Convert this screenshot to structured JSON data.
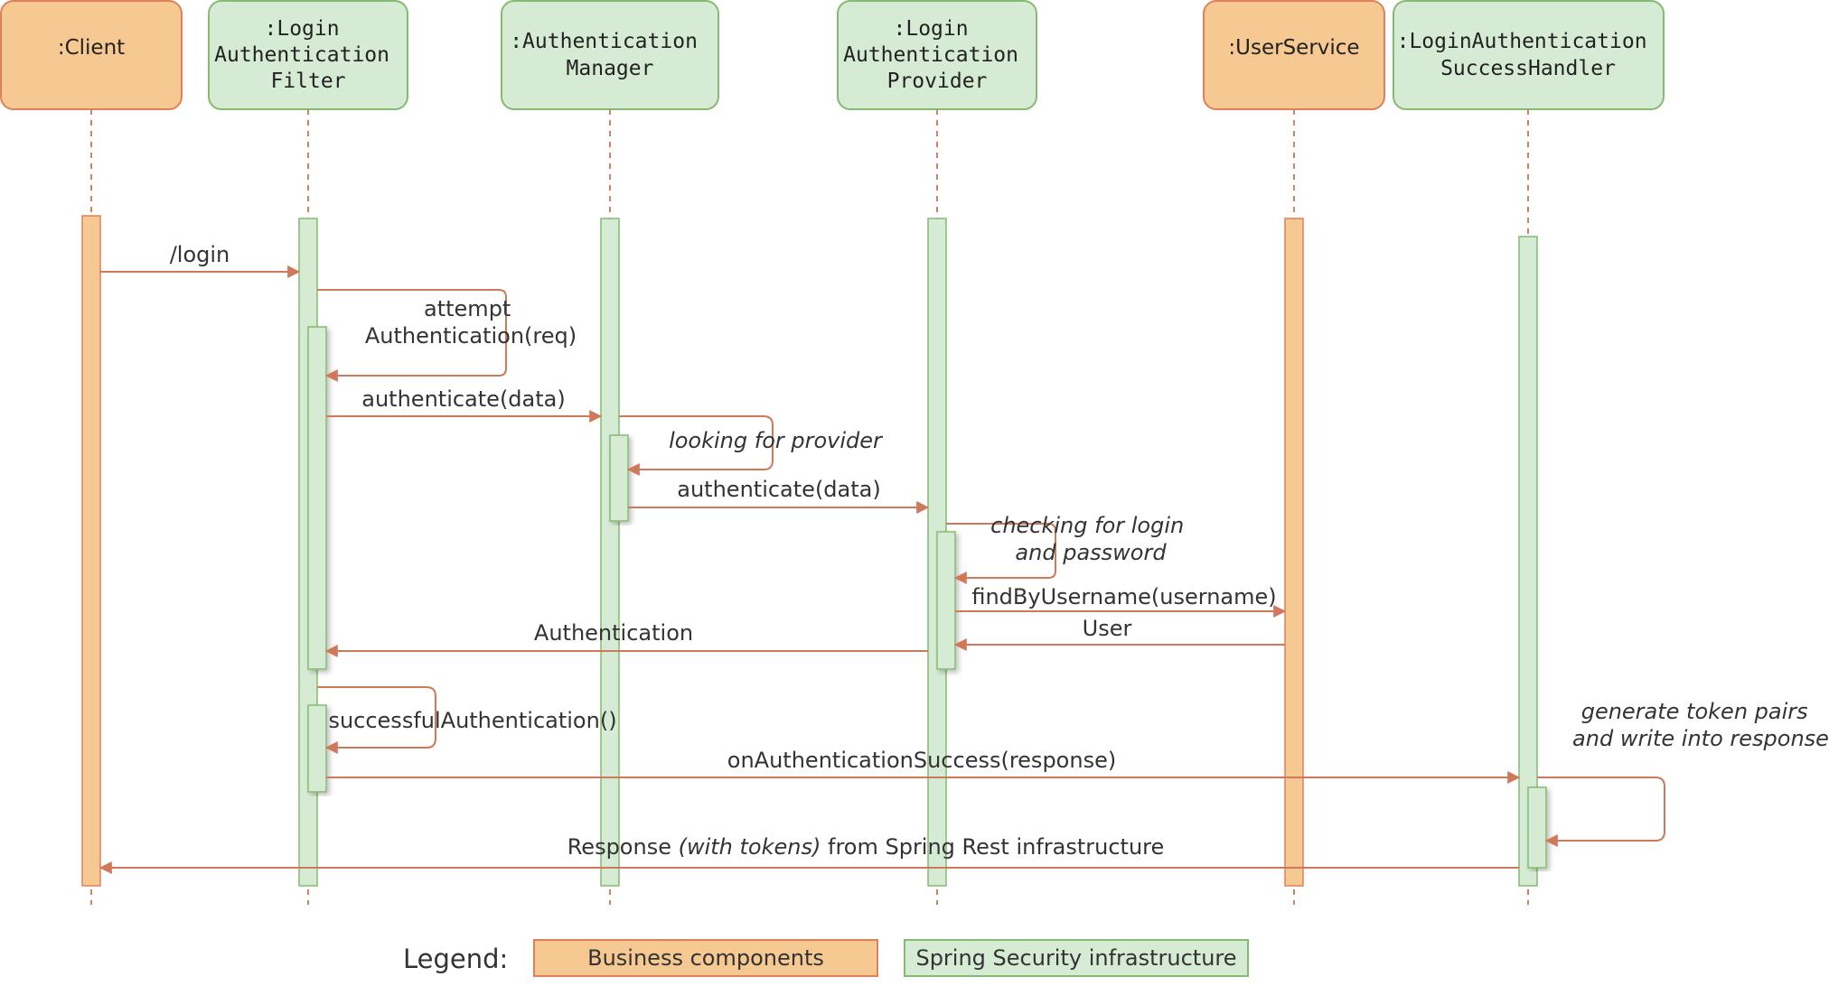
{
  "participants": {
    "client": {
      "label": [
        ":Client"
      ],
      "kind": "business"
    },
    "filter": {
      "label": [
        ":Login",
        "Authentication",
        "Filter"
      ],
      "kind": "infrastructure"
    },
    "manager": {
      "label": [
        ":Authentication",
        "Manager"
      ],
      "kind": "infrastructure"
    },
    "provider": {
      "label": [
        ":Login",
        "Authentication",
        "Provider"
      ],
      "kind": "infrastructure"
    },
    "userservice": {
      "label": [
        ":UserService"
      ],
      "kind": "business"
    },
    "handler": {
      "label": [
        ":LoginAuthentication",
        "SuccessHandler"
      ],
      "kind": "infrastructure"
    }
  },
  "messages": {
    "login": "/login",
    "attempt_line1": "attempt",
    "attempt_line2": "Authentication(req)",
    "authenticate_to_manager": "authenticate(data)",
    "looking_for_provider": "looking for provider",
    "authenticate_to_provider": "authenticate(data)",
    "checking_line1": "checking for login",
    "checking_line2": "and password",
    "find_by_username": "findByUsername(username)",
    "user_return": "User",
    "authentication_return": "Authentication",
    "successful_authentication": "successfulAuthentication()",
    "generate_line1": "generate token pairs",
    "generate_line2": "and write into response",
    "on_success": "onAuthenticationSuccess(response)",
    "response_prefix": "Response ",
    "response_italic": "(with tokens)",
    "response_suffix": " from Spring Rest infrastructure"
  },
  "legend": {
    "title": "Legend:",
    "business": "Business components",
    "infrastructure": "Spring Security infrastructure"
  },
  "colors": {
    "business_fill": "#f6c993",
    "business_stroke": "#e0805a",
    "infra_fill": "#d6ebd4",
    "infra_stroke": "#86b971",
    "arrow": "#d0795a",
    "lifeline": "#c98566",
    "text": "#333333"
  }
}
